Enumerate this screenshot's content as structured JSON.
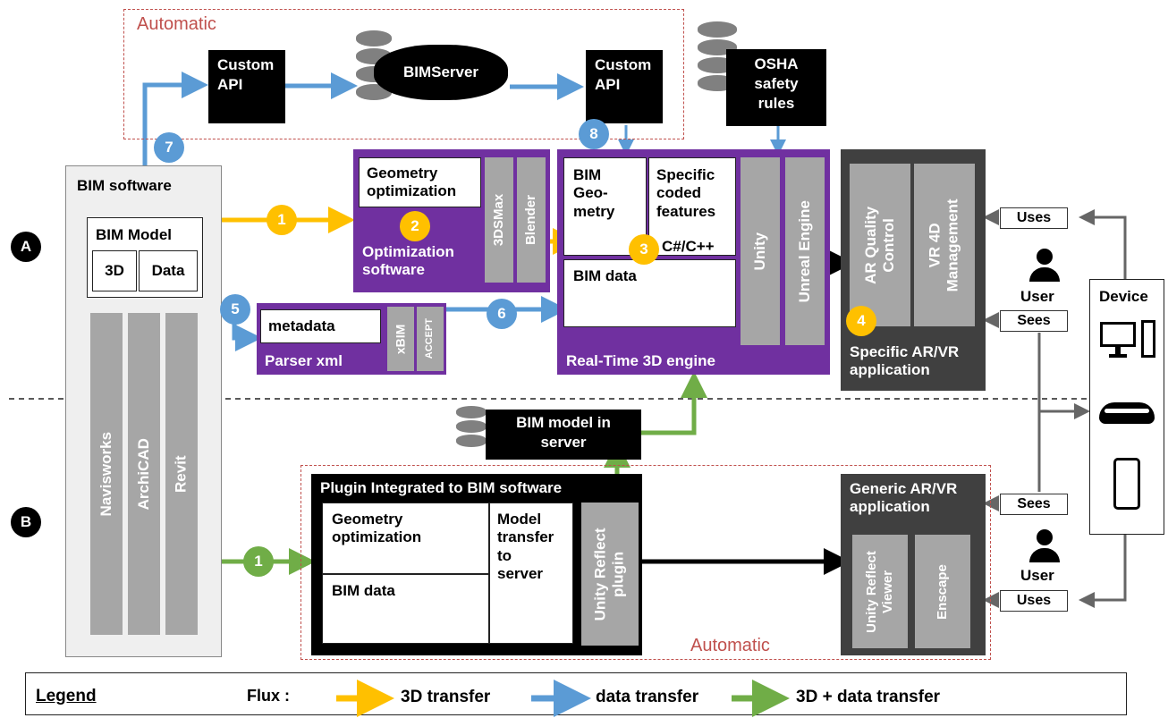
{
  "sections": {
    "a": "A",
    "b": "B"
  },
  "automatic_top": "Automatic",
  "automatic_bottom": "Automatic",
  "custom_api_1": "Custom\nAPI",
  "custom_api_2": "Custom\nAPI",
  "bimserver": "BIMServer",
  "osha": "OSHA\nsafety\nrules",
  "bim_software": {
    "title": "BIM software",
    "model": "BIM Model",
    "model_3d": "3D",
    "model_data": "Data",
    "tools": [
      "Navisworks",
      "ArchiCAD",
      "Revit"
    ]
  },
  "optimization": {
    "geometry": "Geometry\noptimization",
    "tools": [
      "3DSMax",
      "Blender"
    ],
    "label": "Optimization\nsoftware"
  },
  "parser": {
    "metadata": "metadata",
    "label": "Parser xml",
    "tools": [
      "xBIM",
      "ACCEPT"
    ]
  },
  "engine": {
    "bim_geometry": "BIM\nGeo-\nmetry",
    "coded": "Specific\ncoded\nfeatures",
    "lang": "C#/C++",
    "bim_data": "BIM data",
    "tools": [
      "Unity",
      "Unreal Engine"
    ],
    "label": "Real-Time 3D engine"
  },
  "specific_app": {
    "tools": [
      "AR Quality\nControl",
      "VR 4D\nManagement"
    ],
    "label": "Specific AR/VR\napplication"
  },
  "server_model": "BIM model in\nserver",
  "plugin": {
    "title": "Plugin  Integrated to BIM software",
    "geometry": "Geometry\noptimization",
    "bim_data": "BIM data",
    "transfer": "Model\ntransfer\nto\nserver",
    "tool": "Unity Reflect\nplugin"
  },
  "generic_app": {
    "label": "Generic AR/VR\napplication",
    "tools": [
      "Unity Reflect\nViewer",
      "Enscape"
    ]
  },
  "interactions": {
    "uses_top": "Uses",
    "sees_top": "Sees",
    "sees_bottom": "Sees",
    "uses_bottom": "Uses"
  },
  "user_top": "User",
  "user_bottom": "User",
  "device": "Device",
  "badges": {
    "b7": "7",
    "b8": "8",
    "b1y": "1",
    "b2": "2",
    "b3": "3",
    "b4": "4",
    "b5": "5",
    "b6": "6",
    "b1g": "1"
  },
  "legend": {
    "title": "Legend",
    "flux": "Flux :",
    "items": [
      {
        "label": "3D transfer",
        "color": "#ffc000"
      },
      {
        "label": "data transfer",
        "color": "#5b9bd5"
      },
      {
        "label": "3D + data transfer",
        "color": "#70ad47"
      }
    ]
  },
  "colors": {
    "purple": "#7030a0",
    "dark_gray": "#404040",
    "gray": "#a6a6a6",
    "dash": "#c0504d"
  }
}
